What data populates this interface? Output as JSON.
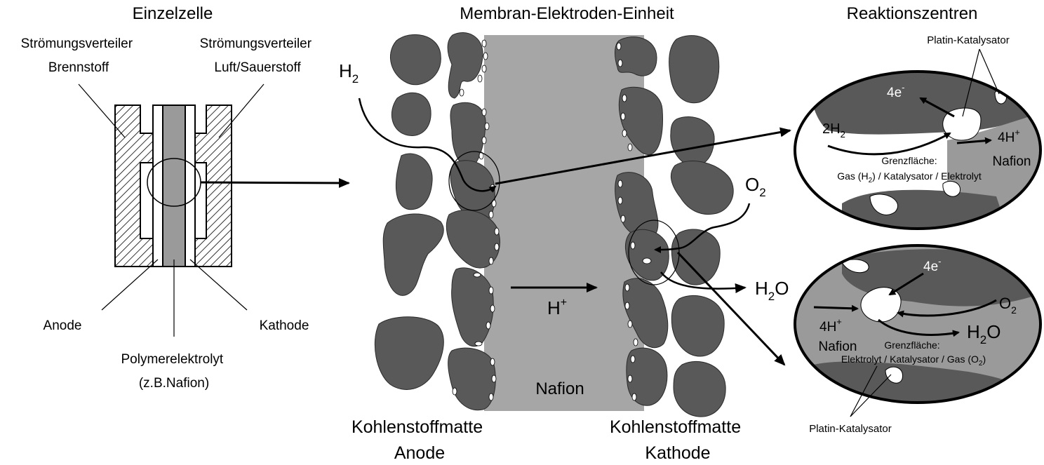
{
  "colors": {
    "background": "#ffffff",
    "carbon": "#595959",
    "membrane": "#a6a6a6",
    "electrolyte_cell": "#9a9a9a",
    "catalyst": "#ffffff",
    "line": "#000000"
  },
  "left_panel": {
    "title": "Einzelzelle",
    "fuel_distributor": [
      "Strömungsverteiler",
      "Brennstoff"
    ],
    "air_distributor": [
      "Strömungsverteiler",
      "Luft/Sauerstoff"
    ],
    "anode": "Anode",
    "cathode": "Kathode",
    "electrolyte": [
      "Polymerelektrolyt",
      "(z.B.Nafion)"
    ]
  },
  "middle_panel": {
    "title": "Membran-Elektroden-Einheit",
    "hydrogen": {
      "base": "H",
      "sub": "2"
    },
    "oxygen": {
      "base": "O",
      "sub": "2"
    },
    "proton": {
      "base": "H",
      "sup": "+"
    },
    "water": {
      "base": "H",
      "sub": "2",
      "tail": "O"
    },
    "membrane": "Nafion",
    "anode_mat": [
      "Kohlenstoffmatte",
      "Anode"
    ],
    "cathode_mat": [
      "Kohlenstoffmatte",
      "Kathode"
    ]
  },
  "right_panel": {
    "title": "Reaktionszentren",
    "top": {
      "catalyst_label": "Platin-Katalysator",
      "electrons": {
        "base": "4e",
        "sup": "-"
      },
      "hydrogen": {
        "pre": "2H",
        "sub": "2"
      },
      "protons": {
        "base": "4H",
        "sup": "+"
      },
      "nafion": "Nafion",
      "interface_title": "Grenzfläche:",
      "interface_pre": "Gas (H",
      "interface_sub": "2",
      "interface_post": ") / Katalysator / Elektrolyt"
    },
    "bottom": {
      "electrons": {
        "base": "4e",
        "sup": "-"
      },
      "oxygen": {
        "base": "O",
        "sub": "2"
      },
      "protons": {
        "base": "4H",
        "sup": "+"
      },
      "nafion": "Nafion",
      "water": {
        "base": "H",
        "sub": "2",
        "tail": "O"
      },
      "interface_title": "Grenzfläche:",
      "interface_pre": "Elektrolyt / Katalysator / Gas (O",
      "interface_sub": "2",
      "interface_post": ")",
      "catalyst_label": "Platin-Katalysator"
    }
  }
}
